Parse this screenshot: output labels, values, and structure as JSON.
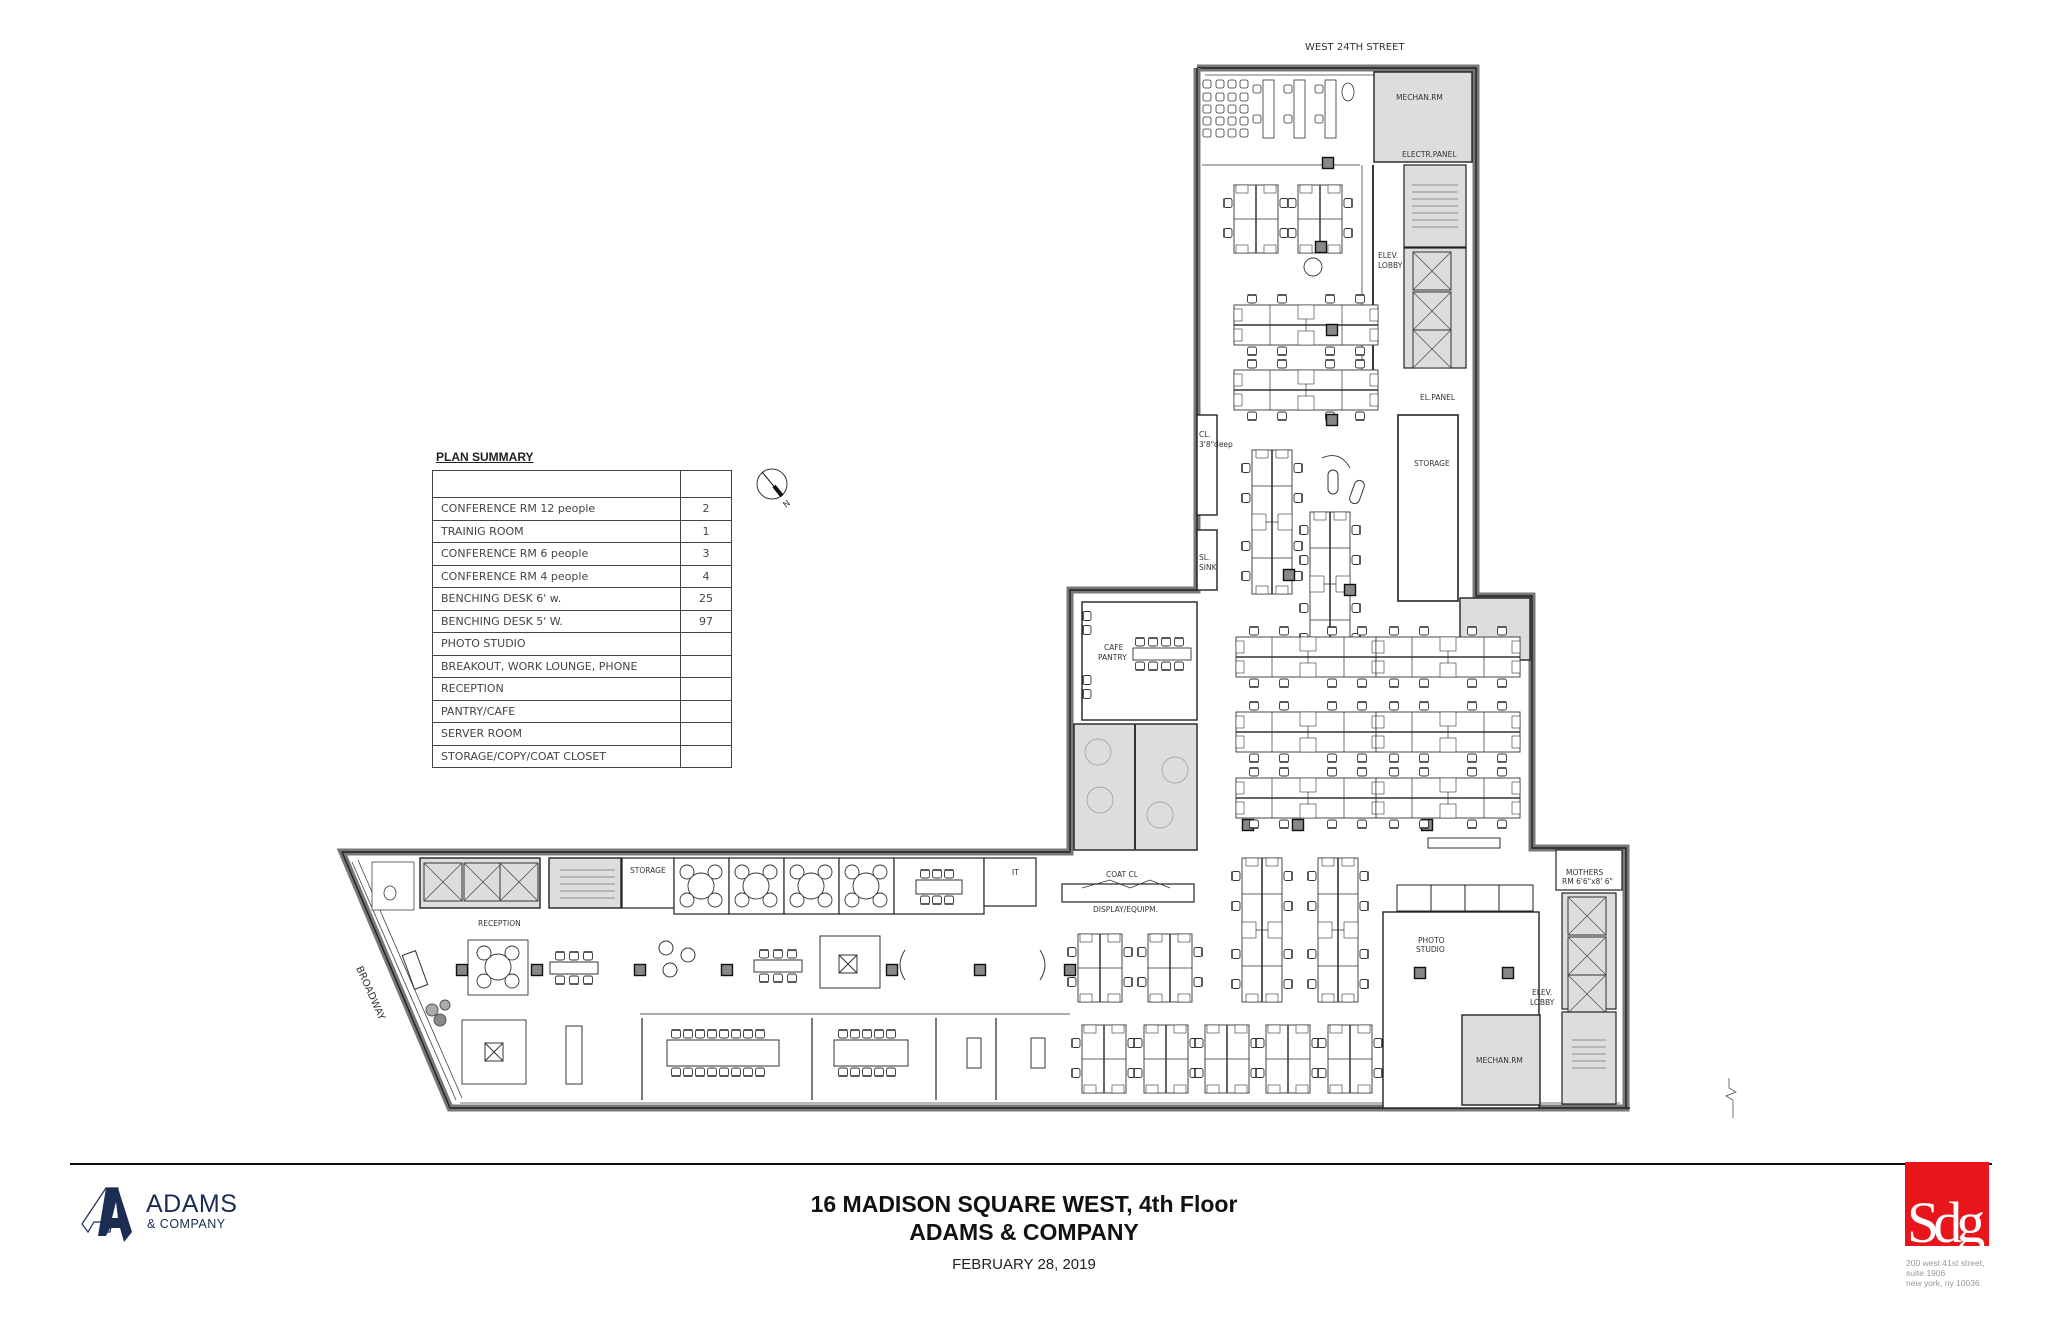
{
  "document": {
    "title_line1": "16 MADISON SQUARE WEST, 4th Floor",
    "title_line2": "ADAMS & COMPANY",
    "date": "FEBRUARY 28, 2019"
  },
  "streets": {
    "north": "WEST 24TH STREET",
    "west": "BROADWAY"
  },
  "north_arrow": {
    "label": "N"
  },
  "plan_summary": {
    "title": "PLAN SUMMARY",
    "header": [
      "",
      ""
    ],
    "rows": [
      {
        "item": "CONFERENCE RM 12 people",
        "count": "2"
      },
      {
        "item": "TRAINIG ROOM",
        "count": "1"
      },
      {
        "item": "CONFERENCE RM 6 people",
        "count": "3"
      },
      {
        "item": "CONFERENCE RM 4 people",
        "count": "4"
      },
      {
        "item": "BENCHING DESK 6' w.",
        "count": "25"
      },
      {
        "item": "BENCHING DESK 5' W.",
        "count": "97"
      },
      {
        "item": "PHOTO STUDIO",
        "count": ""
      },
      {
        "item": "BREAKOUT, WORK LOUNGE, PHONE",
        "count": ""
      },
      {
        "item": "RECEPTION",
        "count": ""
      },
      {
        "item": "PANTRY/CAFE",
        "count": ""
      },
      {
        "item": "SERVER ROOM",
        "count": ""
      },
      {
        "item": "STORAGE/COPY/COAT CLOSET",
        "count": ""
      }
    ]
  },
  "room_labels": {
    "mechan_rm_top": "MECHAN.RM",
    "electr_panel": "ELECTR.PANEL",
    "elev_lobby_top_1": "ELEV.",
    "elev_lobby_top_2": "LOBBY",
    "el_panel": "EL.PANEL",
    "storage_right": "STORAGE",
    "closet_1": "CL.",
    "closet_2": "3'8\"deep",
    "sink_1": "SL.",
    "sink_2": "SINK",
    "cafe_1": "CAFE",
    "cafe_2": "PANTRY",
    "mechan_rm_mid": "MECHAN.RM",
    "reception": "RECEPTION",
    "storage_left": "STORAGE",
    "it": "IT",
    "coat_cl": "COAT CL",
    "display": "DISPLAY/EQUIPM.",
    "mothers_1": "MOTHERS",
    "mothers_2": "RM 6'6\"x8' 6\"",
    "photo_1": "PHOTO",
    "photo_2": "STUDIO",
    "elev_lobby_bot_1": "ELEV.",
    "elev_lobby_bot_2": "LOBBY",
    "mechan_rm_bot": "MECHAN.RM"
  },
  "logos": {
    "adams_word": "ADAMS",
    "adams_sub": "& COMPANY",
    "adams_color": "#1b2d52",
    "sdg_text": "Sdg",
    "sdg_color": "#e8161b",
    "sdg_address": [
      "200 west 41st street,",
      "suite 1906",
      "new york, ny 10036"
    ]
  }
}
